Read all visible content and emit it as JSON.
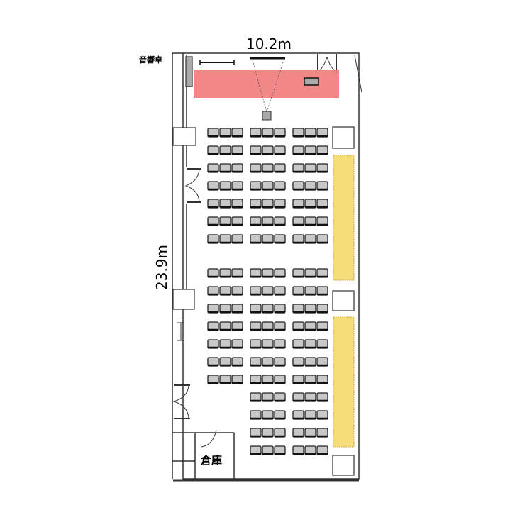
{
  "plan": {
    "width_label": "10.2m",
    "height_label": "23.9m",
    "sound_desk_label": "音響卓",
    "storage_label": "倉庫"
  },
  "seating": {
    "seats_per_group": 3,
    "blocks": [
      {
        "name": "left",
        "rows": 14
      },
      {
        "name": "center",
        "rows": 18
      },
      {
        "name": "right",
        "rows": 18
      }
    ]
  },
  "colors": {
    "stage": "#f07a7a",
    "side_area": "#f7dc7a",
    "seat": "#c8c8c8",
    "wall": "#333333"
  }
}
